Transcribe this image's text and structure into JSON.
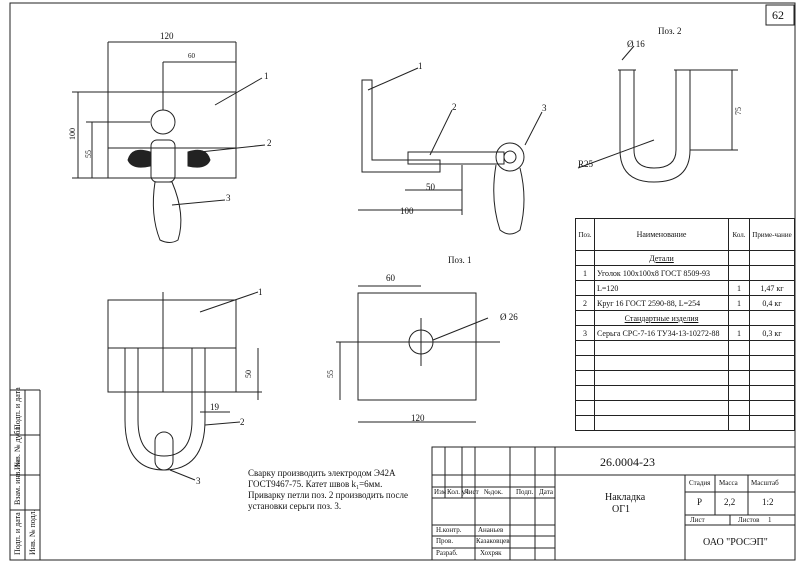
{
  "sheet_number": "62",
  "views": {
    "main": {
      "dims": [
        "120",
        "60",
        "100",
        "55"
      ],
      "callouts": [
        "1",
        "2",
        "3"
      ]
    },
    "side": {
      "dims": [
        "50",
        "100"
      ],
      "callouts": [
        "1",
        "2",
        "3"
      ]
    },
    "pos1": {
      "title": "Поз. 1",
      "dims": [
        "60",
        "Ø 26",
        "55",
        "120"
      ]
    },
    "pos2": {
      "title": "Поз. 2",
      "dims": [
        "Ø 16",
        "75",
        "R25"
      ]
    },
    "bottom": {
      "dims": [
        "50",
        "19"
      ],
      "callouts": [
        "1",
        "2",
        "3"
      ]
    }
  },
  "spec_table": {
    "headers": [
      "Поз.",
      "Наименование",
      "Кол.",
      "Приме-чание"
    ],
    "rows": [
      {
        "pos": "",
        "name": "Детали",
        "qty": "",
        "note": "",
        "section": true
      },
      {
        "pos": "1",
        "name": "Уголок 100х100х8 ГОСТ 8509-93",
        "qty": "",
        "note": ""
      },
      {
        "pos": "",
        "name": "L=120",
        "qty": "1",
        "note": "1,47 кг"
      },
      {
        "pos": "2",
        "name": "Круг 16 ГОСТ 2590-88, L=254",
        "qty": "1",
        "note": "0,4 кг"
      },
      {
        "pos": "",
        "name": "Стандартные изделия",
        "qty": "",
        "note": "",
        "section": true
      },
      {
        "pos": "3",
        "name": "Серьга СРС-7-16 ТУ34-13-10272-88",
        "qty": "1",
        "note": "0,3 кг"
      }
    ]
  },
  "notes": "Сварку производить электродом Э42А\nГОСТ9467-75. Катет швов k₁=6мм.\nПриварку петли поз. 2 производить после\nустановки серьги поз. 3.",
  "title_block": {
    "doc_code": "26.0004-23",
    "name_line1": "Накладка",
    "name_line2": "ОГ1",
    "stage_label": "Стадия",
    "mass_label": "Масса",
    "scale_label": "Масштаб",
    "stage": "Р",
    "mass": "2,2",
    "scale": "1:2",
    "sheet_label": "Лист",
    "sheets_label": "Листов",
    "sheets": "1",
    "company": "ОАО \"РОСЭП\"",
    "change_cols": [
      "Изм",
      "Кол. уч",
      "Лист",
      "№док.",
      "Подп.",
      "Дата"
    ],
    "roles": [
      "Н.контр.",
      "Пров.",
      "Разраб."
    ],
    "signers": [
      "Ананьев",
      "Казаковцев",
      "Хохряк"
    ]
  },
  "side_stamps": [
    "Инв. № подл.",
    "Подп. и дата",
    "Взам. инв. №",
    "Инв. № дубл.",
    "Подп. и дата"
  ]
}
